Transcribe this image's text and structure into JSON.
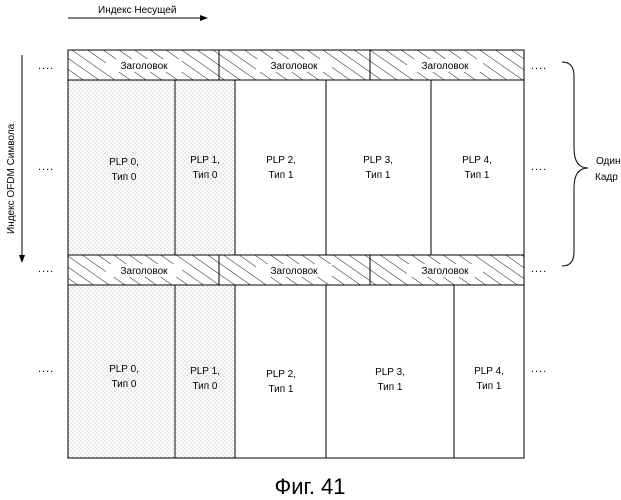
{
  "axes": {
    "carrier_index": "Индекс Несущей",
    "ofdm_symbol_index": "Индекс OFDM Символа"
  },
  "ellipsis": "....",
  "frame_label": "Один Кадр",
  "frames": [
    {
      "headers": [
        "Заголовок",
        "Заголовок",
        "Заголовок"
      ],
      "plps": [
        {
          "name": "PLP 0,",
          "type": "Тип 0"
        },
        {
          "name": "PLP 1,",
          "type": "Тип 0"
        },
        {
          "name": "PLP 2,",
          "type": "Тип 1"
        },
        {
          "name": "PLP 3,",
          "type": "Тип 1"
        },
        {
          "name": "PLP 4,",
          "type": "Тип 1"
        }
      ]
    },
    {
      "headers": [
        "Заголовок",
        "Заголовок",
        "Заголовок"
      ],
      "plps": [
        {
          "name": "PLP 0,",
          "type": "Тип 0"
        },
        {
          "name": "PLP 1,",
          "type": "Тип 0"
        },
        {
          "name": "PLP 2,",
          "type": "Тип 1"
        },
        {
          "name": "PLP 3,",
          "type": "Тип 1"
        },
        {
          "name": "PLP 4,",
          "type": "Тип 1"
        }
      ]
    }
  ],
  "caption": "Фиг. 41"
}
